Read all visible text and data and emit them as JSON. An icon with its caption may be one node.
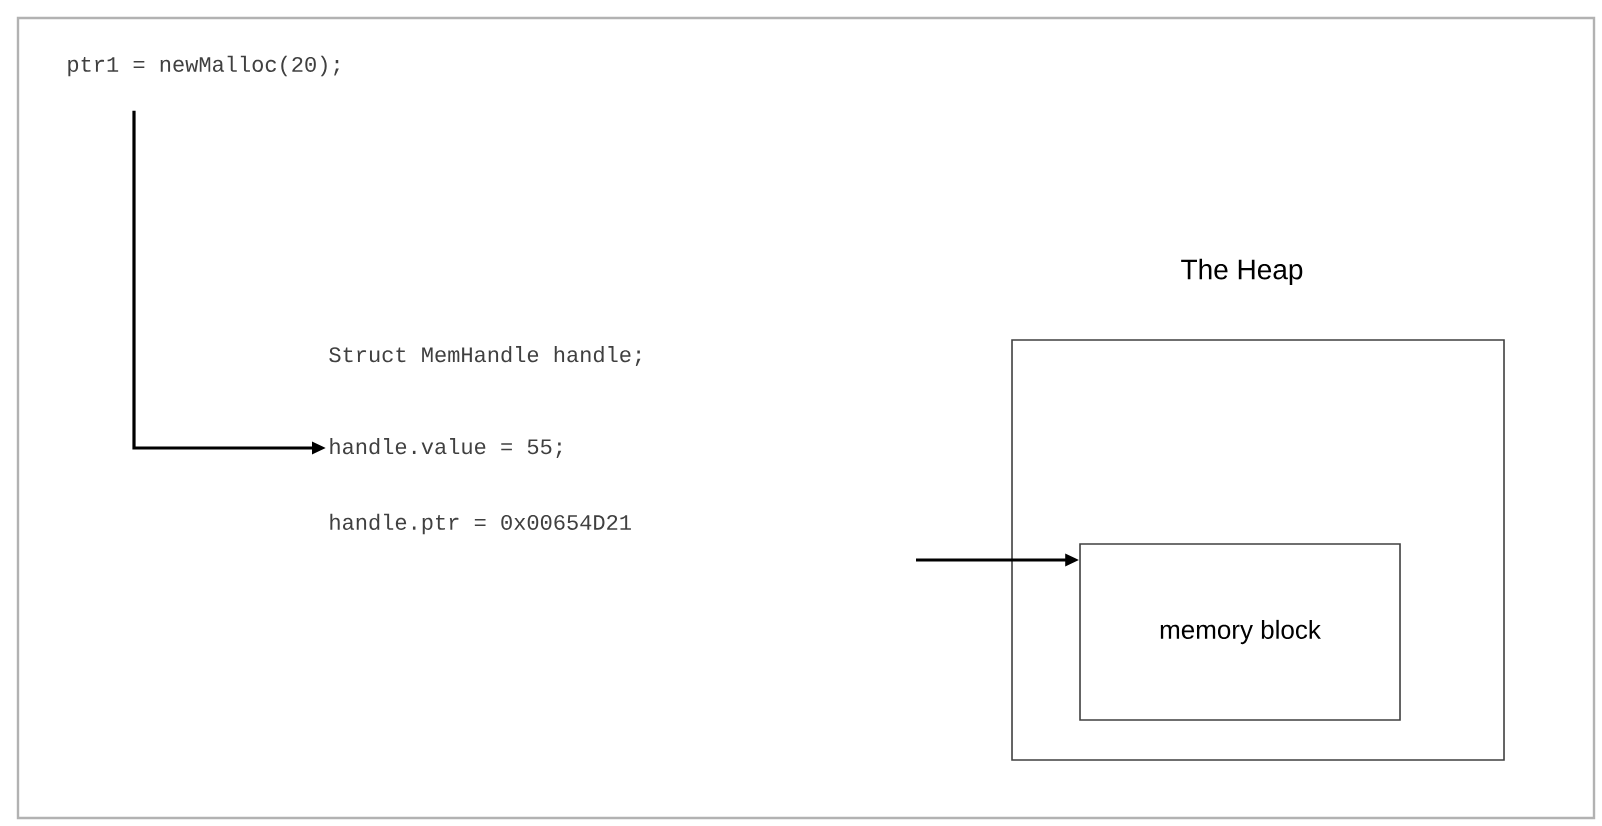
{
  "diagram": {
    "nodes": [
      {
        "text": [
          "ptr1 = newMalloc(20);"
        ]
      },
      {
        "text": [
          "handle.value = 55;"
        ]
      },
      {
        "text": [
          "The Heap"
        ]
      },
      {
        "text": [
          "memory block"
        ],
        "in": 2
      }
    ],
    "edges": [
      {
        "from": 0,
        "to": 1,
        "arrow": "to"
      },
      {
        "from": null,
        "to": 3,
        "arrow": "to"
      }
    ],
    "labels": [
      "Struct MemHandle handle;",
      "handle.ptr = 0x00654D21"
    ]
  }
}
